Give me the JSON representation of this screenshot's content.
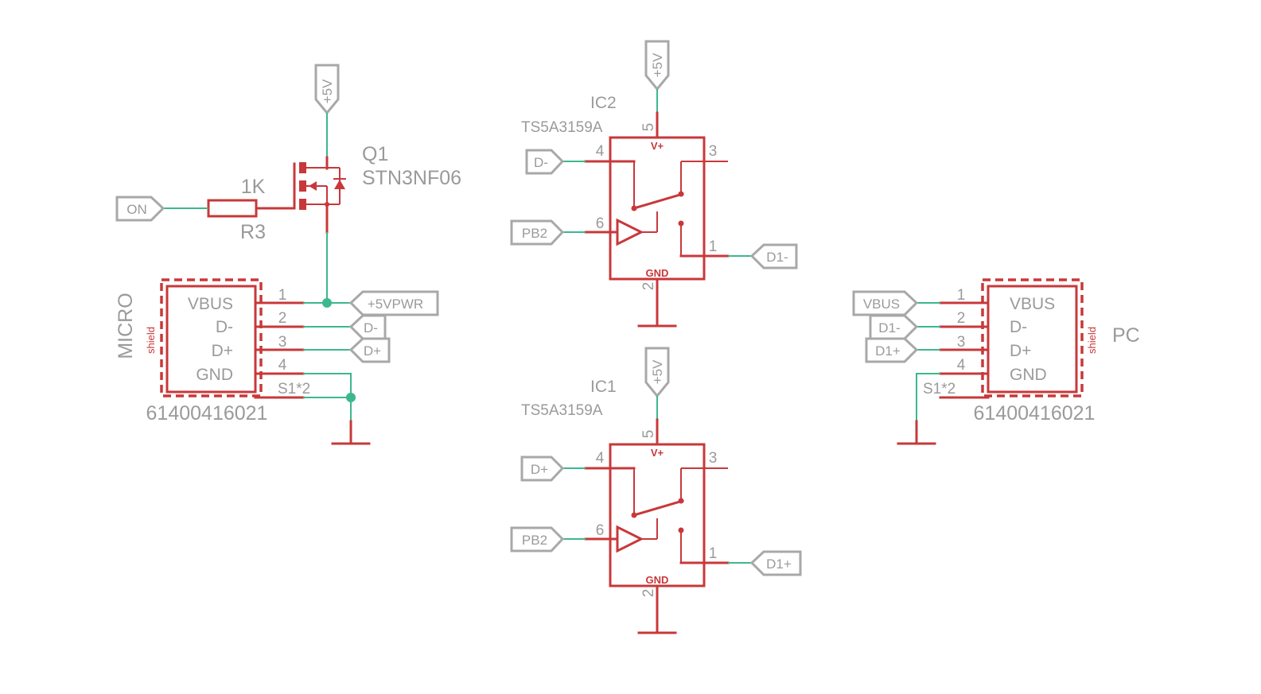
{
  "power_label": "+5V",
  "q1": {
    "name": "Q1",
    "value": "STN3NF06"
  },
  "r3": {
    "value": "1K",
    "name": "R3"
  },
  "on_label": "ON",
  "usb_micro": {
    "title": "MICRO",
    "shield": "shield",
    "part": "61400416021",
    "pins": [
      {
        "num": "1",
        "name": "VBUS",
        "net": "+5VPWR"
      },
      {
        "num": "2",
        "name": "D-",
        "net": "D-"
      },
      {
        "num": "3",
        "name": "D+",
        "net": "D+"
      },
      {
        "num": "4",
        "name": "GND"
      }
    ],
    "shield_pin": "S1*2"
  },
  "usb_pc": {
    "title": "PC",
    "shield": "shield",
    "part": "61400416021",
    "pins": [
      {
        "num": "1",
        "name": "VBUS",
        "net": "VBUS"
      },
      {
        "num": "2",
        "name": "D-",
        "net": "D1-"
      },
      {
        "num": "3",
        "name": "D+",
        "net": "D1+"
      },
      {
        "num": "4",
        "name": "GND"
      }
    ],
    "shield_pin": "S1*2"
  },
  "ic2": {
    "name": "IC2",
    "value": "TS5A3159A",
    "vplus": "V+",
    "gnd": "GND",
    "pins": {
      "p1": "1",
      "p2": "2",
      "p3": "3",
      "p4": "4",
      "p5": "5",
      "p6": "6"
    },
    "nets": {
      "in": "D-",
      "ctrl": "PB2",
      "out": "D1-"
    }
  },
  "ic1": {
    "name": "IC1",
    "value": "TS5A3159A",
    "vplus": "V+",
    "gnd": "GND",
    "pins": {
      "p1": "1",
      "p2": "2",
      "p3": "3",
      "p4": "4",
      "p5": "5",
      "p6": "6"
    },
    "nets": {
      "in": "D+",
      "ctrl": "PB2",
      "out": "D1+"
    }
  },
  "colors": {
    "symbol": "#c8383a",
    "wire": "#3cb88c",
    "label": "#9a9a9a",
    "flag": "#a8a8a8"
  }
}
